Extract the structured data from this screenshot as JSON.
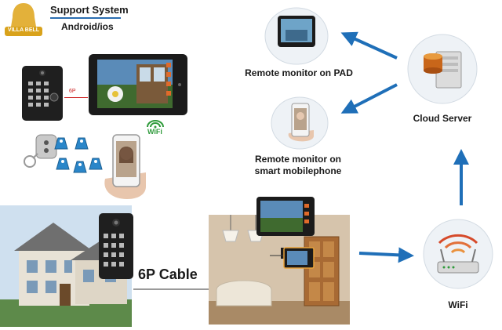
{
  "brand": {
    "logo_text": "VILLA BELL",
    "support_title": "Support System",
    "support_platforms": "Android/ios"
  },
  "labels": {
    "pad": "Remote monitor on PAD",
    "phone_line1": "Remote monitor on",
    "phone_line2": "smart mobilephone",
    "cloud": "Cloud Server",
    "wifi": "WiFi",
    "cable": "6P Cable",
    "cable_small": "6P",
    "wifi_badge": "WiFi"
  },
  "colors": {
    "arrow": "#1f6fb8",
    "logo": "#d9a21b",
    "tag": "#2a86c9",
    "monitor": "#1b1b1b"
  },
  "icons": {
    "logo": "bell-icon",
    "wifi": "wifi-signal-icon",
    "cloud": "server-icon",
    "router": "router-icon"
  }
}
